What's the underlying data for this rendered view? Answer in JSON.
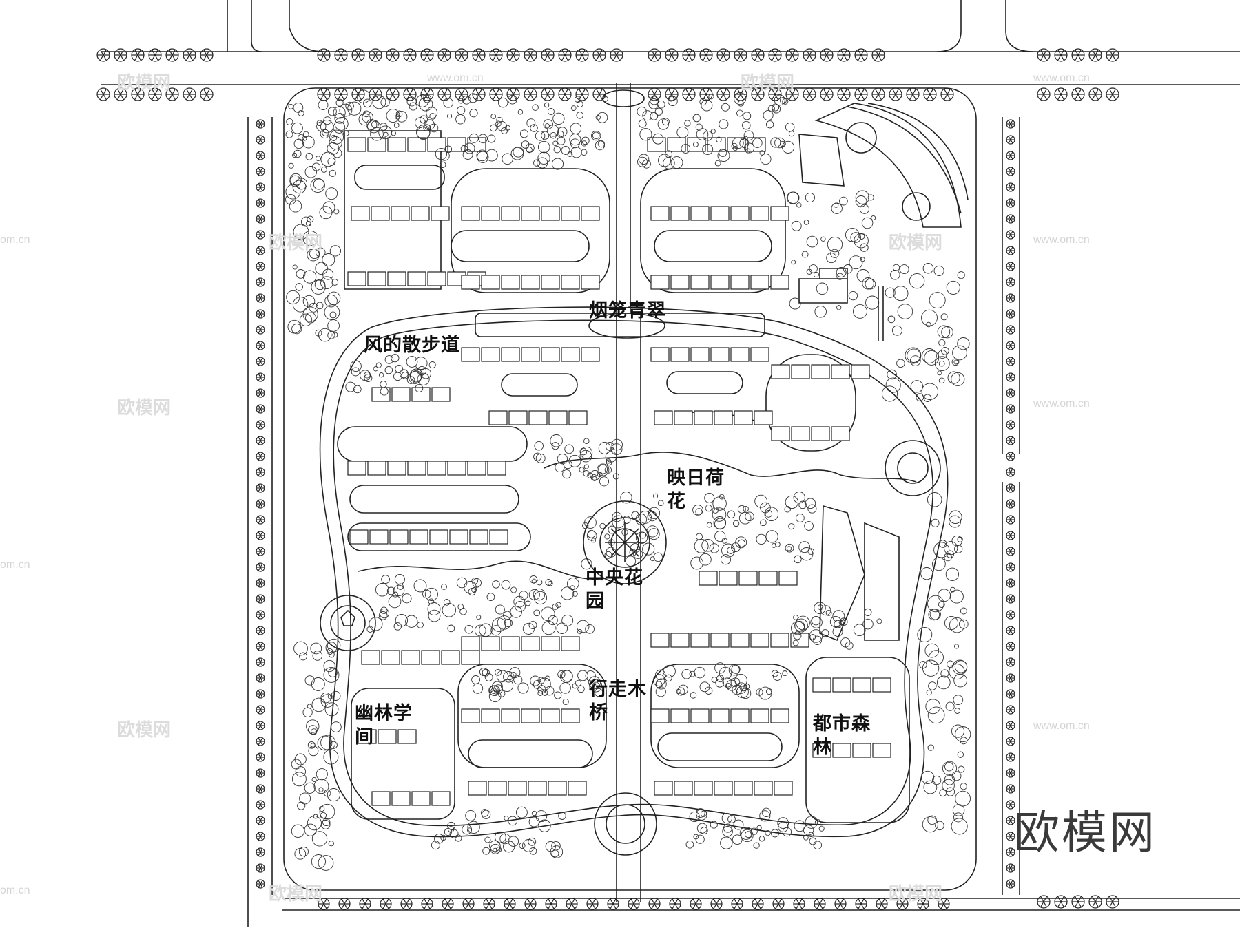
{
  "labels": {
    "yanlong": "烟笼青翠",
    "fengde": "风的散步道",
    "yingri": "映日荷花",
    "zhongyang": "中央花园",
    "xingzou": "行走木桥",
    "youlin": "幽林学间",
    "dushi": "都市森林"
  },
  "watermark": {
    "brand": "欧模网",
    "url": "www.om.cn",
    "domain_short": "om.cn"
  }
}
